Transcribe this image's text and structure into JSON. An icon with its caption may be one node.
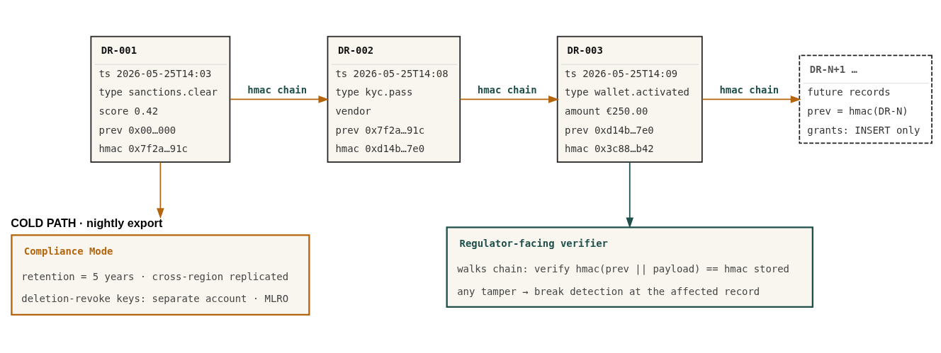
{
  "diagram": {
    "nodes": [
      {
        "text": [
          "DR-001",
          "ts 2026-05-25T14:03",
          "type sanctions.clear",
          "score 0.42",
          "prev 0x00…000",
          "hmac 0x7f2a…91c"
        ]
      },
      {
        "text": [
          "DR-002",
          "ts 2026-05-25T14:08",
          "type kyc.pass",
          "vendor",
          "prev 0x7f2a…91c",
          "hmac 0xd14b…7e0"
        ]
      },
      {
        "text": [
          "DR-003",
          "ts 2026-05-25T14:09",
          "type wallet.activated",
          "amount €250.00",
          "prev 0xd14b…7e0",
          "hmac 0x3c88…b42"
        ]
      },
      {
        "text": [
          "DR-N+1 …",
          "future records",
          "prev = hmac(DR-N)",
          "grants: INSERT only"
        ]
      },
      {
        "text": [
          "COLD PATH · nightly export",
          "Compliance Mode",
          "retention = 5 years · cross-region replicated",
          "deletion-revoke keys: separate account · MLRO"
        ]
      },
      {
        "text": [
          "Regulator-facing verifier",
          "walks chain: verify hmac(prev || payload) == hmac stored",
          "any tamper → break detection at the affected record"
        ]
      }
    ],
    "edges": [
      {
        "from": 0,
        "to": 1,
        "arrow": "to",
        "label": "hmac chain"
      },
      {
        "from": 1,
        "to": 2,
        "arrow": "to",
        "label": "hmac chain"
      },
      {
        "from": 2,
        "to": 3,
        "arrow": "to",
        "label": "hmac chain"
      },
      {
        "from": 0,
        "to": 4,
        "arrow": "to"
      },
      {
        "from": 2,
        "to": 5,
        "arrow": "to",
        "color": "#1f4f4a"
      }
    ]
  }
}
